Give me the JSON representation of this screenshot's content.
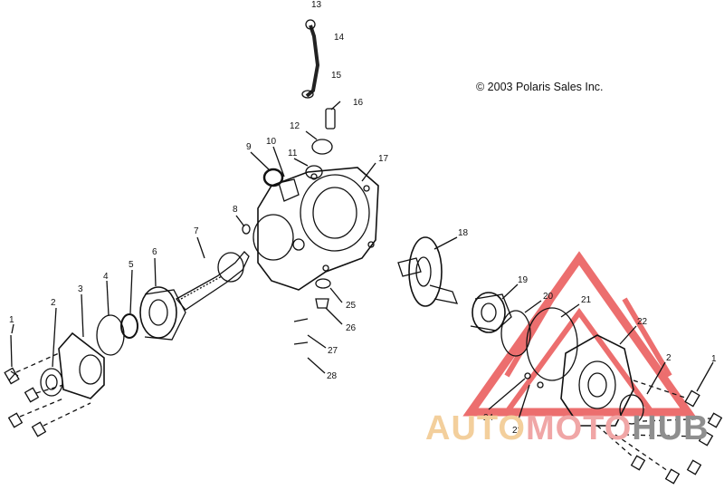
{
  "copyright": "© 2003 Polaris Sales Inc.",
  "watermark": {
    "part1": "AUTO",
    "part2": "MOTO",
    "part3": "HUB",
    "color1": "#f3cf9c",
    "color2": "#f0a6a6",
    "color3": "#8f8f8f",
    "logo_color": "#e84b4b"
  },
  "callouts": [
    "1",
    "2",
    "3",
    "4",
    "5",
    "6",
    "7",
    "8",
    "9",
    "10",
    "11",
    "12",
    "13",
    "14",
    "15",
    "16",
    "17",
    "18",
    "19",
    "20",
    "21",
    "22",
    "23",
    "24",
    "25",
    "26",
    "27",
    "28",
    "2",
    "1"
  ]
}
